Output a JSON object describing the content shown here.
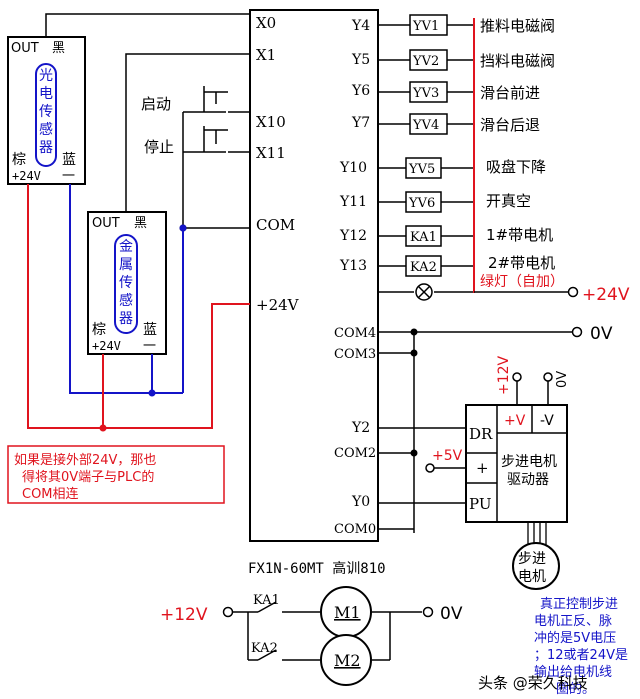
{
  "plc": {
    "model_label": "FX1N-60MT 高训810",
    "inputs": [
      "X0",
      "X1",
      "X10",
      "X11",
      "COM",
      "+24V"
    ],
    "outputs": [
      "Y4",
      "Y5",
      "Y6",
      "Y7",
      "Y10",
      "Y11",
      "Y12",
      "Y13"
    ],
    "com_terms": [
      "COM4",
      "COM3"
    ],
    "lower_terms": [
      "Y2",
      "COM2",
      "Y0",
      "COM0"
    ]
  },
  "sensors": {
    "photo": {
      "out": "OUT",
      "black": "黑",
      "name_chars": [
        "光",
        "电",
        "传",
        "感",
        "器"
      ],
      "brown": "棕",
      "blue": "蓝",
      "v24": "+24V",
      "minus": "一"
    },
    "metal": {
      "out": "OUT",
      "black": "黑",
      "name_chars": [
        "金",
        "属",
        "传",
        "感",
        "器"
      ],
      "brown": "棕",
      "blue": "蓝",
      "v24": "+24V",
      "minus": "一"
    }
  },
  "buttons": {
    "start": "启动",
    "stop": "停止"
  },
  "loads": [
    {
      "device": "YV1",
      "desc": "推料电磁阀"
    },
    {
      "device": "YV2",
      "desc": "挡料电磁阀"
    },
    {
      "device": "YV3",
      "desc": "滑台前进"
    },
    {
      "device": "YV4",
      "desc": "滑台后退"
    },
    {
      "device": "YV5",
      "desc": "吸盘下降"
    },
    {
      "device": "YV6",
      "desc": "开真空"
    },
    {
      "device": "KA1",
      "desc": "1#带电机"
    },
    {
      "device": "KA2",
      "desc": "2#带电机"
    }
  ],
  "lamp_label": "绿灯（自加）",
  "supply": {
    "plus24": "+24V",
    "zero": "0V",
    "plus12": "+12V",
    "plus5": "+5V"
  },
  "note_24v": [
    "如果是接外部24V，那也",
    "得将其0V端子与PLC的",
    "COM相连"
  ],
  "driver": {
    "dr": "DR",
    "plus": "+",
    "pu": "PU",
    "v_plus": "+V",
    "v_minus": "-V",
    "title_lines": [
      "步进电机",
      "驱动器"
    ],
    "plus12_vertical": "+12V",
    "zero_vertical": "0V"
  },
  "stepper": {
    "lines": [
      "步进",
      "电机"
    ]
  },
  "motors": {
    "ka1": "KA1",
    "ka2": "KA2",
    "m1": "M1",
    "m2": "M2",
    "plus12": "+12V",
    "zero": "0V"
  },
  "note_stepper": [
    "真正控制步进",
    "电机正反、脉",
    "冲的是5V电压",
    "；12或者24V是",
    "输出给电机线",
    "圈的。"
  ],
  "watermark": "头条 @荣久科技"
}
